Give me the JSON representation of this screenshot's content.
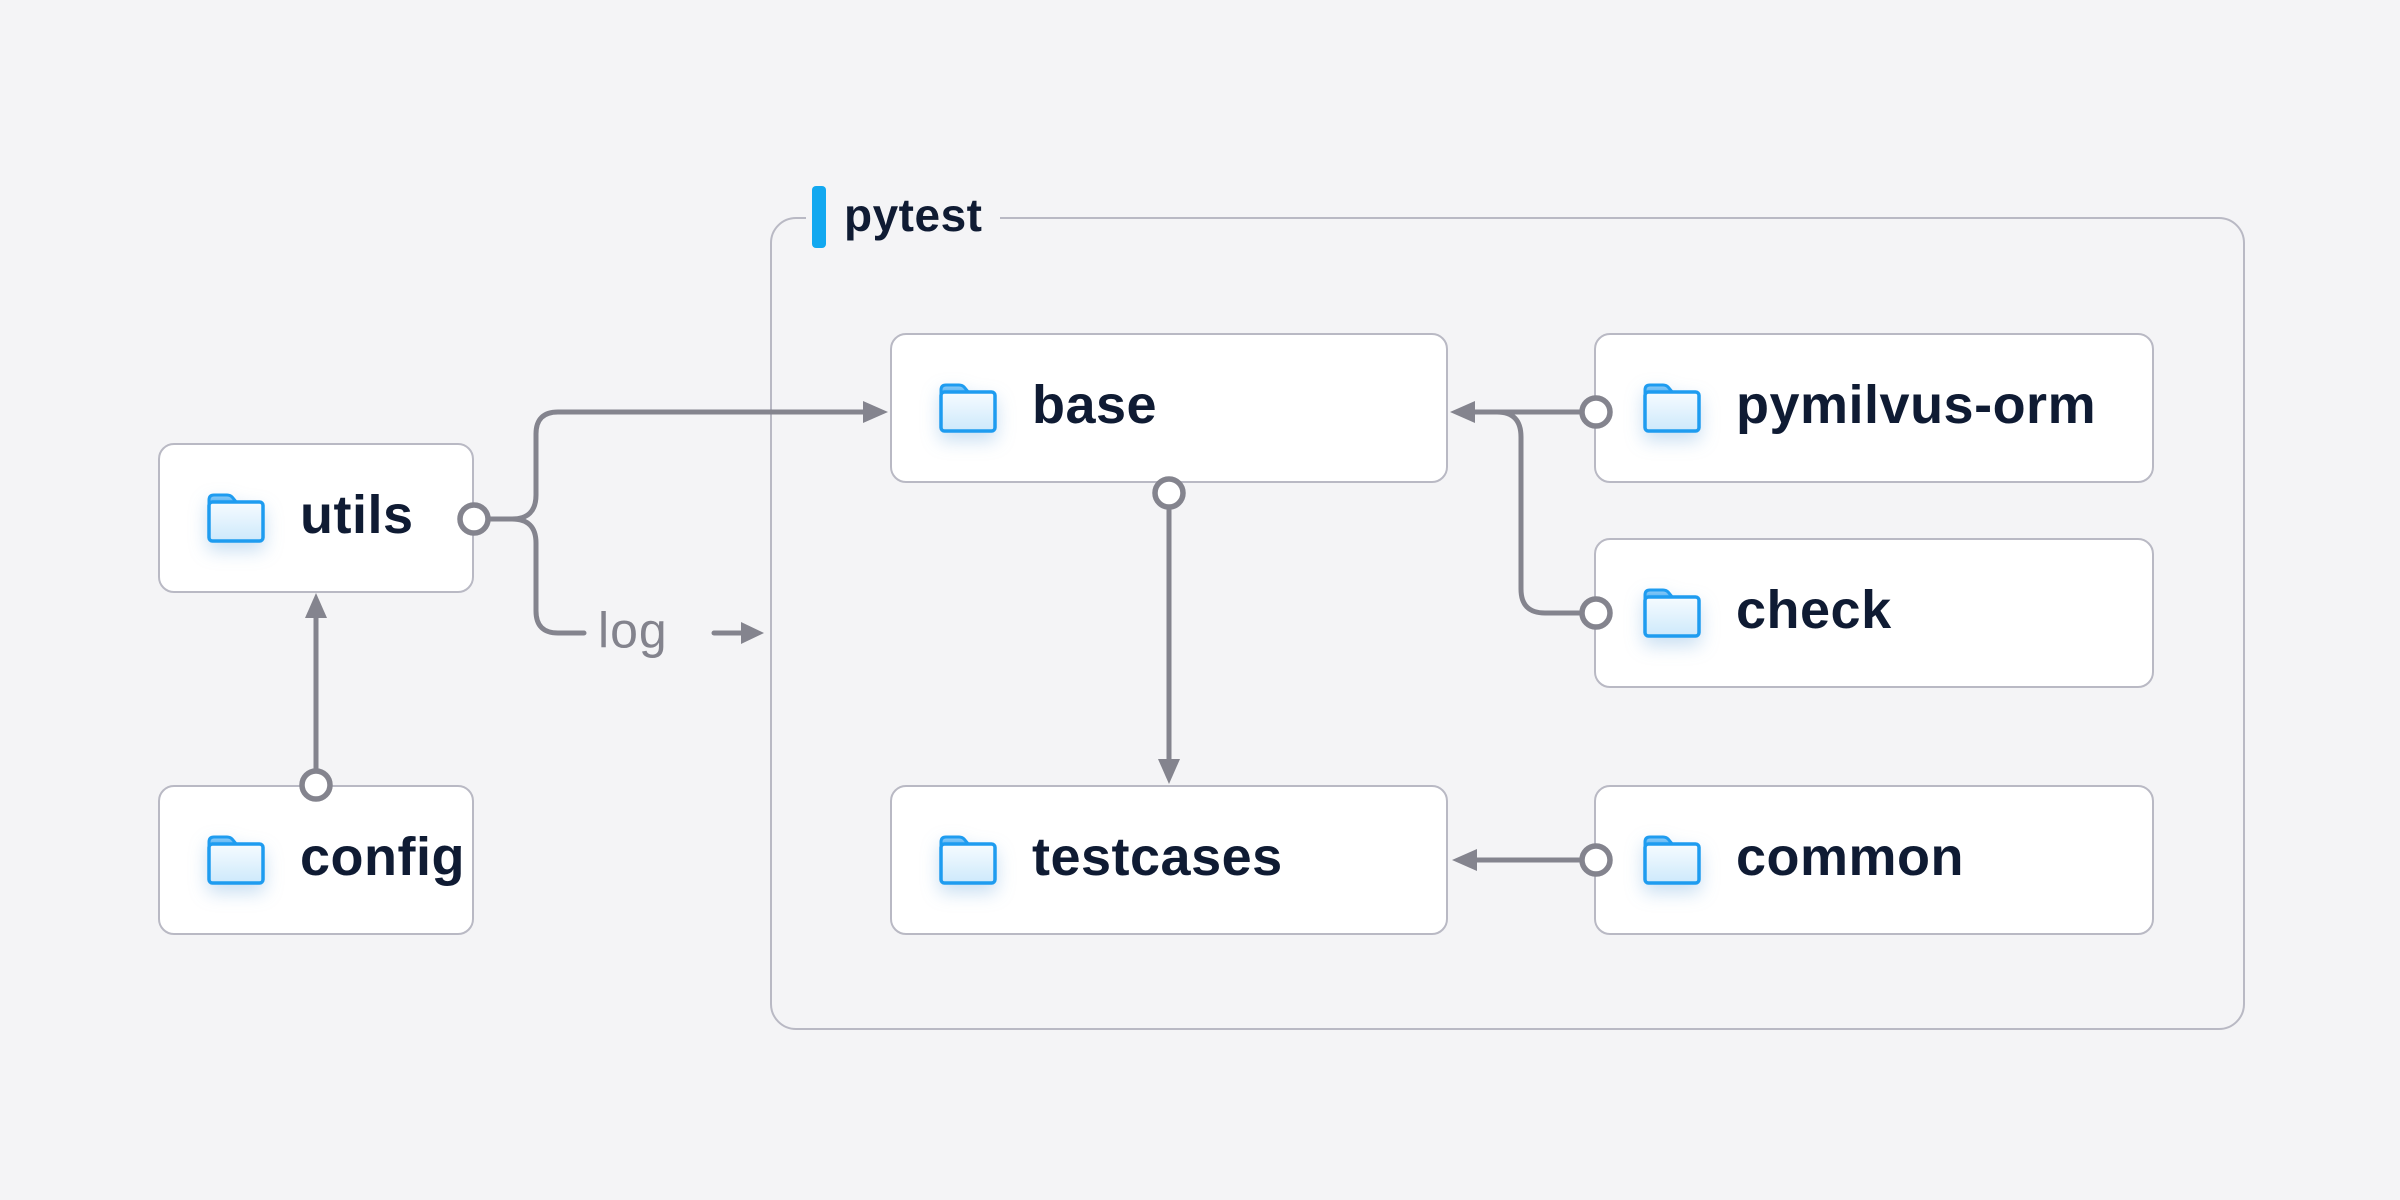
{
  "diagram": {
    "container": {
      "label": "pytest"
    },
    "nodes": [
      {
        "id": "utils",
        "label": "utils"
      },
      {
        "id": "config",
        "label": "config"
      },
      {
        "id": "base",
        "label": "base"
      },
      {
        "id": "testcases",
        "label": "testcases"
      },
      {
        "id": "pymilvus-orm",
        "label": "pymilvus-orm"
      },
      {
        "id": "check",
        "label": "check"
      },
      {
        "id": "common",
        "label": "common"
      }
    ],
    "edges": [
      {
        "from": "config",
        "to": "utils",
        "label": ""
      },
      {
        "from": "utils",
        "to": "base",
        "label": ""
      },
      {
        "from": "utils",
        "to": "pytest",
        "label": "log"
      },
      {
        "from": "base",
        "to": "testcases",
        "label": ""
      },
      {
        "from": "pymilvus-orm",
        "to": "base",
        "label": ""
      },
      {
        "from": "check",
        "to": "base",
        "label": ""
      },
      {
        "from": "common",
        "to": "testcases",
        "label": ""
      }
    ],
    "edge_label": "log",
    "colors": {
      "background": "#f4f4f6",
      "accent_blue": "#12a8f0",
      "folder_blue": "#1e9cf0",
      "line_gray": "#84848e",
      "border_gray": "#b9b9c4",
      "text_navy": "#0f1b33"
    },
    "icons": [
      {
        "name": "folder-icon",
        "meaning": "directory/module"
      }
    ]
  }
}
